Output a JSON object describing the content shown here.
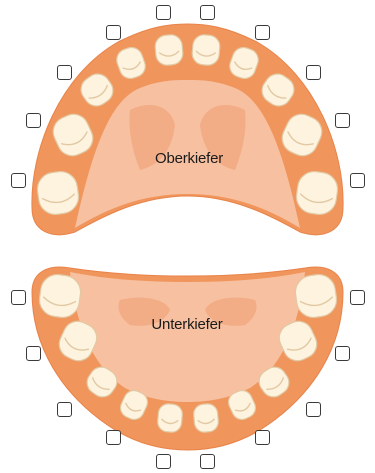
{
  "upper_jaw": {
    "label": "Oberkiefer",
    "teeth": [
      {
        "id": "upper-right-second-molar",
        "checked": false
      },
      {
        "id": "upper-right-first-molar",
        "checked": false
      },
      {
        "id": "upper-right-canine",
        "checked": false
      },
      {
        "id": "upper-right-lateral-incisor",
        "checked": false
      },
      {
        "id": "upper-right-central-incisor",
        "checked": false
      },
      {
        "id": "upper-left-central-incisor",
        "checked": false
      },
      {
        "id": "upper-left-lateral-incisor",
        "checked": false
      },
      {
        "id": "upper-left-canine",
        "checked": false
      },
      {
        "id": "upper-left-first-molar",
        "checked": false
      },
      {
        "id": "upper-left-second-molar",
        "checked": false
      }
    ]
  },
  "lower_jaw": {
    "label": "Unterkiefer",
    "teeth": [
      {
        "id": "lower-right-second-molar",
        "checked": false
      },
      {
        "id": "lower-right-first-molar",
        "checked": false
      },
      {
        "id": "lower-right-canine",
        "checked": false
      },
      {
        "id": "lower-right-lateral-incisor",
        "checked": false
      },
      {
        "id": "lower-right-central-incisor",
        "checked": false
      },
      {
        "id": "lower-left-central-incisor",
        "checked": false
      },
      {
        "id": "lower-left-lateral-incisor",
        "checked": false
      },
      {
        "id": "lower-left-canine",
        "checked": false
      },
      {
        "id": "lower-left-first-molar",
        "checked": false
      },
      {
        "id": "lower-left-second-molar",
        "checked": false
      }
    ]
  },
  "colors": {
    "gum": "#f0955b",
    "gum_edge": "#e8834a",
    "palate": "#f7c0a0",
    "palate_shade": "#f2ac86",
    "tooth": "#fdf3df",
    "tooth_outline": "#e2c9a3"
  }
}
